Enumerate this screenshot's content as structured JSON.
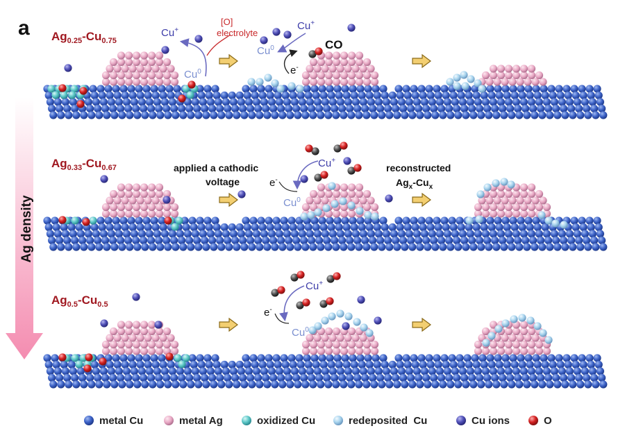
{
  "panel_label": "a",
  "axis": {
    "label": "Ag density"
  },
  "rows": [
    {
      "prefix": "Ag",
      "ag": "0.25",
      "mid": "-Cu",
      "cu": "0.75"
    },
    {
      "prefix": "Ag",
      "ag": "0.33",
      "mid": "-Cu",
      "cu": "0.67"
    },
    {
      "prefix": "Ag",
      "ag": "0.5",
      "mid": "-Cu",
      "cu": "0.5"
    }
  ],
  "labels": {
    "cu_plus": "Cu",
    "plus": "+",
    "cu_zero": "Cu",
    "zero": "0",
    "oxygen_bracket": "[O]",
    "electrolyte": "electrolyte",
    "electron": "e",
    "minus": "-",
    "co": "CO",
    "applied_line1": "applied a cathodic",
    "applied_line2": "voltage",
    "recon_line1": "reconstructed",
    "recon_ag": "Ag",
    "recon_x1": "x",
    "recon_mid": "-Cu",
    "recon_x2": "x"
  },
  "legend": [
    {
      "label": "metal Cu",
      "color": "#3d63c8"
    },
    {
      "label": "metal Ag",
      "color": "#e8a8c4"
    },
    {
      "label": "oxidized Cu",
      "color": "#5ec8c8"
    },
    {
      "label": "redeposited  Cu",
      "color": "#a8d4ee"
    },
    {
      "label": "Cu ions",
      "color": "#5050b8"
    },
    {
      "label": "O",
      "color": "#d42020"
    }
  ],
  "colors": {
    "metal_cu": "#3d63c8",
    "metal_ag": "#e8a8c4",
    "oxidized_cu": "#5ec8c8",
    "redeposited_cu": "#a8d4ee",
    "cu_ion": "#5050b8",
    "oxygen": "#d42020",
    "carbon": "#3a3a3a",
    "arrow_fill": "#f3cf72"
  }
}
